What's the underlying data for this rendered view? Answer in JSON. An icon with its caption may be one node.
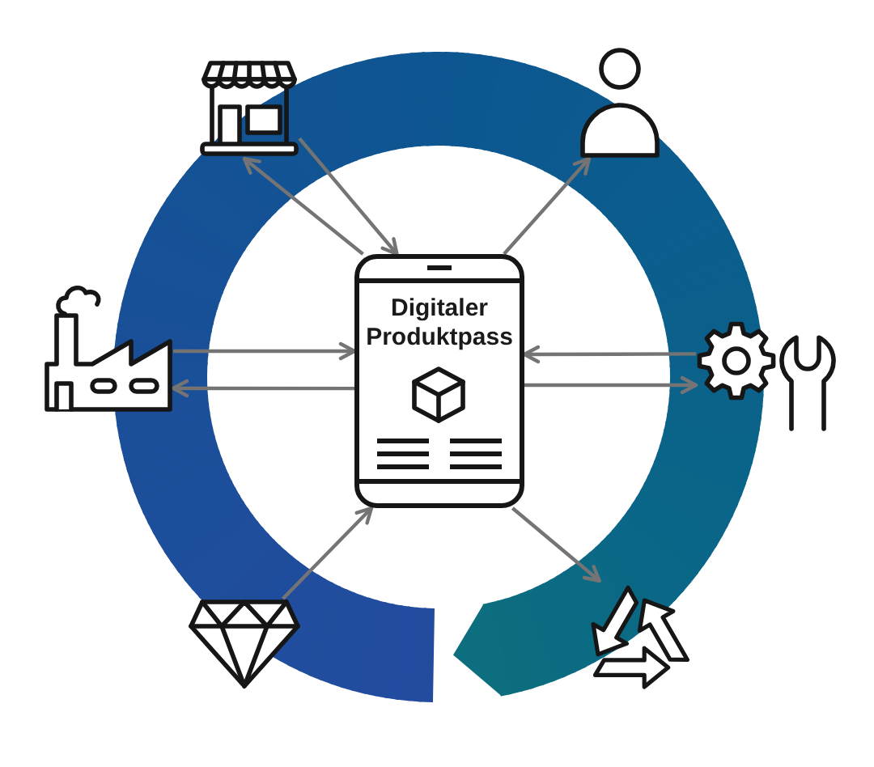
{
  "diagram": {
    "nodes": [
      {
        "text": [],
        "shape": "picture"
      },
      {
        "text": [],
        "shape": "picture"
      },
      {
        "text": [
          "Digitaler Produktpass"
        ]
      },
      {
        "text": [],
        "shape": "picture"
      },
      {
        "text": [],
        "shape": "picture"
      },
      {
        "text": [],
        "shape": "picture"
      },
      {
        "text": [],
        "shape": "picture"
      }
    ],
    "edges": [
      {
        "from": 2,
        "to": 0,
        "arrow": "to"
      },
      {
        "from": 0,
        "to": 2,
        "arrow": "to"
      },
      {
        "from": 2,
        "to": 1,
        "arrow": "to"
      },
      {
        "from": 3,
        "to": 2,
        "arrow": "to"
      },
      {
        "from": 2,
        "to": 3,
        "arrow": "to"
      },
      {
        "from": 4,
        "to": 2,
        "arrow": "to"
      },
      {
        "from": 2,
        "to": 4,
        "arrow": "to"
      },
      {
        "from": 2,
        "to": 6,
        "arrow": "to"
      },
      {
        "from": 5,
        "to": 2,
        "arrow": "to"
      }
    ]
  }
}
